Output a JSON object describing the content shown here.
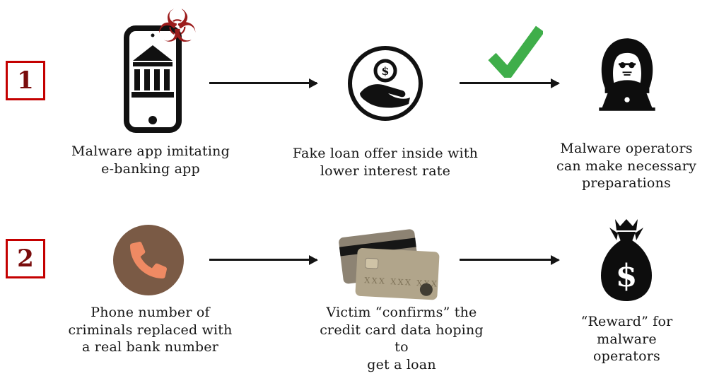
{
  "colors": {
    "accent_red": "#c40000",
    "step_number": "#7a0c0c",
    "check_green": "#3fae4a",
    "circle_brown": "#7a5a45",
    "handset_orange": "#ef8a63",
    "biohazard_red": "#9b1b1b",
    "ink": "#141414"
  },
  "icons": {
    "biohazard": "☣",
    "dollar": "$",
    "card_number": "XXX XXX XXX"
  },
  "steps": [
    {
      "number": "1",
      "items": [
        {
          "icon": "malware-phone",
          "caption": "Malware app imitating\ne-banking app"
        },
        {
          "icon": "loan-offer",
          "caption": "Fake loan offer inside with\nlower interest rate"
        },
        {
          "icon": "hacker",
          "caption": "Malware operators\ncan make necessary\npreparations"
        }
      ]
    },
    {
      "number": "2",
      "items": [
        {
          "icon": "phone-call",
          "caption": "Phone number of\ncriminals replaced with\na real bank number"
        },
        {
          "icon": "credit-cards",
          "caption": "Victim “confirms” the\ncredit card data hoping to\nget a loan"
        },
        {
          "icon": "money-bag",
          "caption": "“Reward” for\nmalware operators"
        }
      ]
    }
  ]
}
